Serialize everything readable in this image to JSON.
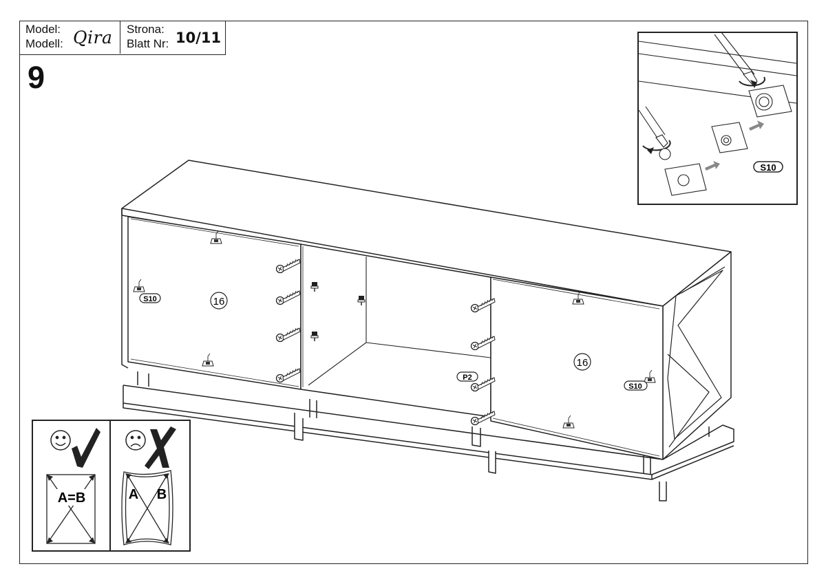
{
  "header": {
    "model_label": "Model:",
    "modell_label": "Modell:",
    "model_name": "Qira",
    "page_label": "Strona:",
    "page_label_de": "Blatt Nr:",
    "page_value": "10/11"
  },
  "step": {
    "number": "9"
  },
  "parts": {
    "door_left": "16",
    "door_right": "16",
    "hinge_left": "S10",
    "hinge_right": "S10",
    "screw_p2": "P2"
  },
  "detail": {
    "hinge_label": "S10"
  },
  "alignment": {
    "correct_label": "A=B",
    "wrong_label_a": "A",
    "wrong_label_b": "B"
  }
}
